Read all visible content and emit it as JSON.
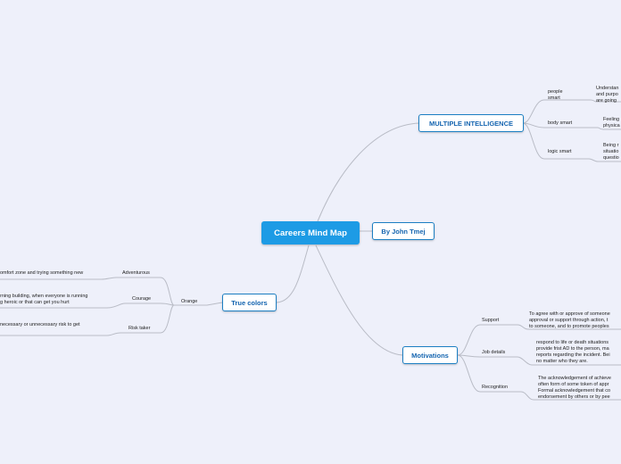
{
  "map": {
    "central": "Careers Mind Map",
    "author": "By John Tmej",
    "multiple_intelligence": {
      "title": "MULTIPLE INTELLIGENCE",
      "children": [
        {
          "label_lines": [
            "people",
            "smart"
          ],
          "text_lines": [
            "Understan",
            "and purpo",
            "are going"
          ]
        },
        {
          "label_lines": [
            "body smart"
          ],
          "text_lines": [
            "Feeling",
            "physica"
          ]
        },
        {
          "label_lines": [
            "logic smart"
          ],
          "text_lines": [
            "Being r",
            "situatio",
            "questio"
          ]
        }
      ]
    },
    "motivations": {
      "title": "Motivations",
      "children": [
        {
          "label": "Support",
          "text_lines": [
            "To agree with or approve of someone",
            "approval or support through action, t",
            "to someone, and to promote peoples"
          ]
        },
        {
          "label": "Job details",
          "text_lines": [
            "respond to life or death situations",
            "provide frist AD to the person, ma",
            "reports regarding the incident. Bei",
            "no matter who they are."
          ]
        },
        {
          "label": "Recognition",
          "text_lines": [
            "The acknowledgement of achieve",
            "often form of some token of appr",
            "Formal acknowledgement that co",
            "endorsement by others or by pee"
          ]
        }
      ]
    },
    "true_colors": {
      "title": "True colors",
      "child": "Orange",
      "grandchildren": [
        {
          "label": "Adventurous",
          "text_lines": [
            "omfort zone and trying something new"
          ]
        },
        {
          "label": "Courage",
          "text_lines": [
            "rning building, when everyone is running",
            "g heroic or that can get you hurt"
          ]
        },
        {
          "label": "Risk taker",
          "text_lines": [
            "necessary or unnecessary risk to get"
          ]
        }
      ]
    }
  },
  "colors": {
    "background": "#eef0fa",
    "central_fill": "#1d9be5",
    "main_border": "#1c7fc3",
    "main_text": "#1565b0",
    "link": "#b9bcc6"
  }
}
